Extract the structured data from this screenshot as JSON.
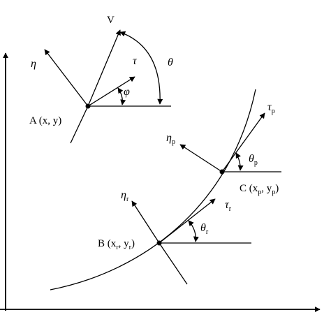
{
  "points": {
    "A": {
      "label": "A (x, y)"
    },
    "B": {
      "name": "B (x",
      "sub1": "r",
      "mid": ", y",
      "sub2": "r",
      "end": ")"
    },
    "C": {
      "name": "C (x",
      "sub1": "p",
      "mid": ", y",
      "sub2": "p",
      "end": ")"
    }
  },
  "symbols": {
    "V": "V",
    "eta": "η",
    "tau": "τ",
    "phi": "φ",
    "theta": "θ",
    "eta_p": {
      "base": "η",
      "sub": "p"
    },
    "tau_p": {
      "base": "τ",
      "sub": "p"
    },
    "theta_p": {
      "base": "θ",
      "sub": "p"
    },
    "eta_r": {
      "base": "η",
      "sub": "r"
    },
    "tau_r": {
      "base": "τ",
      "sub": "r"
    },
    "theta_r": {
      "base": "θ",
      "sub": "r"
    }
  }
}
